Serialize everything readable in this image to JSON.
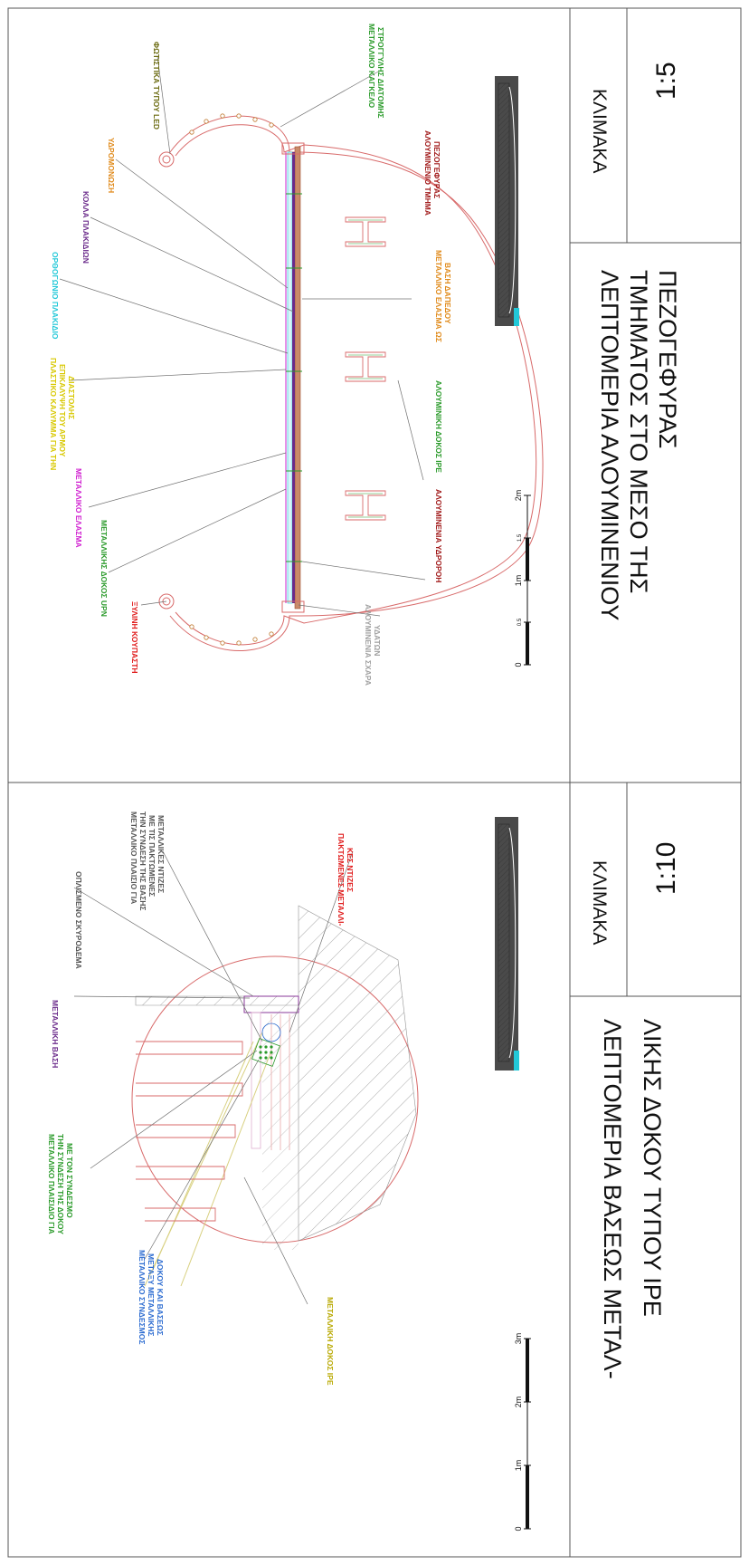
{
  "top_panel": {
    "title_lines": [
      "ΛΕΠΤΟΜΕΡΙΑ ΑΛΟΥΜΙΝΕΝΙΟΥ",
      "ΤΜΗΜΑΤΟΣ ΣΤΟ ΜΕΣΟ ΤΗΣ",
      "ΠΕΖΟΓΕΦΥΡΑΣ"
    ],
    "scale_label": "ΚΛΙΜΑΚΑ",
    "scale_value": "1:5",
    "scalebar": {
      "t0": "0",
      "t05": "0.5",
      "t1": "1m",
      "t15": "1.5",
      "t2": "2m"
    },
    "labels": {
      "led": "ΦΩΤΙΣΤΙΚΑ ΤΥΠΟΥ LED",
      "ydromonosi": "ΥΔΡΟΜΟΝΩΣΗ",
      "kolla": "ΚΟΛΛΑ ΠΛΑΚΙΔΙΩΝ",
      "plakidio": "ΟΡΘΟΓΩΝΙΟ ΠΛΑΚΙΔΙΟ",
      "plastiko_1": "ΠΛΑΣΤΙΚΟ ΚΑΛΥΜΜΑ ΓΙΑ ΤΗΝ",
      "plastiko_2": "ΕΠΙΚΑΛΥΨΗ ΤΟΥ ΑΡΜΟΥ",
      "plastiko_3": "ΔΙΑΣΤΟΛΗΣ",
      "elasma": "ΜΕΤΑΛΛΙΚΟ ΕΛΑΣΜΑ",
      "upn": "ΜΕΤΑΛΛΙΚΗΣ ΔΟΚΟΣ UPN",
      "koupasti": "ΞΥΛΙΝΗ ΚΟΥΠΑΣΤΗ",
      "kagkelo_1": "ΜΕΤΑΛΛΙΚΟ ΚΑΓΚΕΛΟ",
      "kagkelo_2": "ΣΤΡΟΓΓΥΛΗΣ ΔΙΑΤΟΜΗΣ",
      "alum_tmima_1": "ΑΛΟΥΜΙΝΕΝΙΟ ΤΜΗΜΑ",
      "alum_tmima_2": "ΠΕΖΟΓΕΦΥΡΑΣ",
      "elasma_vasi_1": "ΜΕΤΑΛΛΙΚΟ ΕΛΑΣΜΑ ΩΣ",
      "elasma_vasi_2": "ΒΑΣΗ ΔΑΠΕΔΟΥ",
      "ipe": "ΑΛΟΥΜΙΝΙΚΗ ΔΟΚΟΣ IPE",
      "ydrorroi": "ΑΛΟΥΜΙΝΕΝΙΑ ΥΔΡΟΡΟΗ",
      "eschara_1": "ΑΛΟΥΜΙΝΕΝΙΑ ΣΧΑΡΑ",
      "eschara_2": "ΥΔΑΤΩΝ"
    }
  },
  "bottom_panel": {
    "title_lines": [
      "ΛΕΠΤΟΜΕΡΙΑ ΒΑΣΕΩΣ  ΜΕΤΑΛ-",
      "ΛΙΚΗΣ  ΔΟΚΟΥ ΤΥΠΟΥ IPE"
    ],
    "scale_label": "ΚΛΙΜΑΚΑ",
    "scale_value": "1:10",
    "scalebar": {
      "t0": "0",
      "t1": "1m",
      "t2": "2m",
      "t3": "3m"
    },
    "labels": {
      "oplismeno": "ΟΠΛΙΣΜΕΝΟ ΣΚΥΡΟΔΕΜΑ",
      "plaisio_1": "ΜΕΤΑΛΛΙΚΟ ΠΛΑΙΣΙΟ ΓΙΑ",
      "plaisio_2": "ΤΗΝ ΣΥΝΔΕΣΗ ΤΗΣ ΒΑΣΗΣ",
      "plaisio_3": "ΜΕ ΤΙΣ ΠΑΚΤΩΜΕΝΕΣ",
      "plaisio_4": "ΜΕΤΑΛΛΙΚΕΣ ΝΤΙΖΕΣ",
      "paktomenes_1": "ΠΑΚΤΩΜΕΝΕΣ ΜΕΤΑΛΛΙ-",
      "paktomenes_2": "ΚΕΣ ΝΤΙΖΕΣ",
      "vasi": "ΜΕΤΑΛΛΙΚΗ ΒΑΣΗ",
      "plaisidio_1": "ΜΕΤΑΛΛΙΚΟ ΠΛΑΙΣΙΔΙΟ ΓΙΑ",
      "plaisidio_2": "ΤΗΝ ΣΥΝΔΕΣΗ ΤΗΣ ΔΟΚΟΥ",
      "plaisidio_3": "ΜΕ ΤΟΝ ΣΥΝΔΕΣΜΟ",
      "syndesmos_1": "ΜΕΤΑΛΛΙΚΟ ΣΥΝΔΕΣΜΟΣ",
      "syndesmos_2": "ΜΕΤΑΞΥ ΜΕΤΑΛΛΙΚΗΣ",
      "syndesmos_3": "ΔΟΚΟΥ ΚΑΙ ΒΑΣΕΩΣ",
      "dokos_ipe": "ΜΕΤΑΛΛΙΚΗ ΔΟΚΟΣ IPE"
    }
  },
  "colors": {
    "frame": "#555555",
    "drawing_red": "#d86a6a",
    "olive": "#6b6b10",
    "green": "#2a9a2a",
    "orange": "#e08a1a",
    "purple": "#6a2a8a",
    "cyan": "#22c8d8",
    "yellow": "#d8c800",
    "magenta": "#d020d0",
    "dark_red": "#a01818",
    "grey": "#a0a0a0",
    "blue": "#2a6ad0",
    "bright_red": "#e01a1a"
  }
}
